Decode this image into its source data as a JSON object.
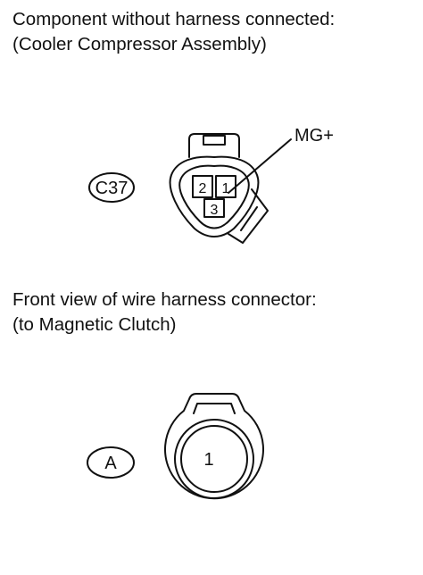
{
  "component_section": {
    "caption_line1": "Component without harness connected:",
    "caption_line2": "(Cooler Compressor Assembly)",
    "connector_code": "C37",
    "terminal_label": "MG+",
    "pins": [
      "2",
      "1",
      "3"
    ]
  },
  "harness_section": {
    "caption_line1": "Front view of wire harness connector:",
    "caption_line2": "(to Magnetic Clutch)",
    "connector_code": "A",
    "pins": [
      "1"
    ]
  }
}
